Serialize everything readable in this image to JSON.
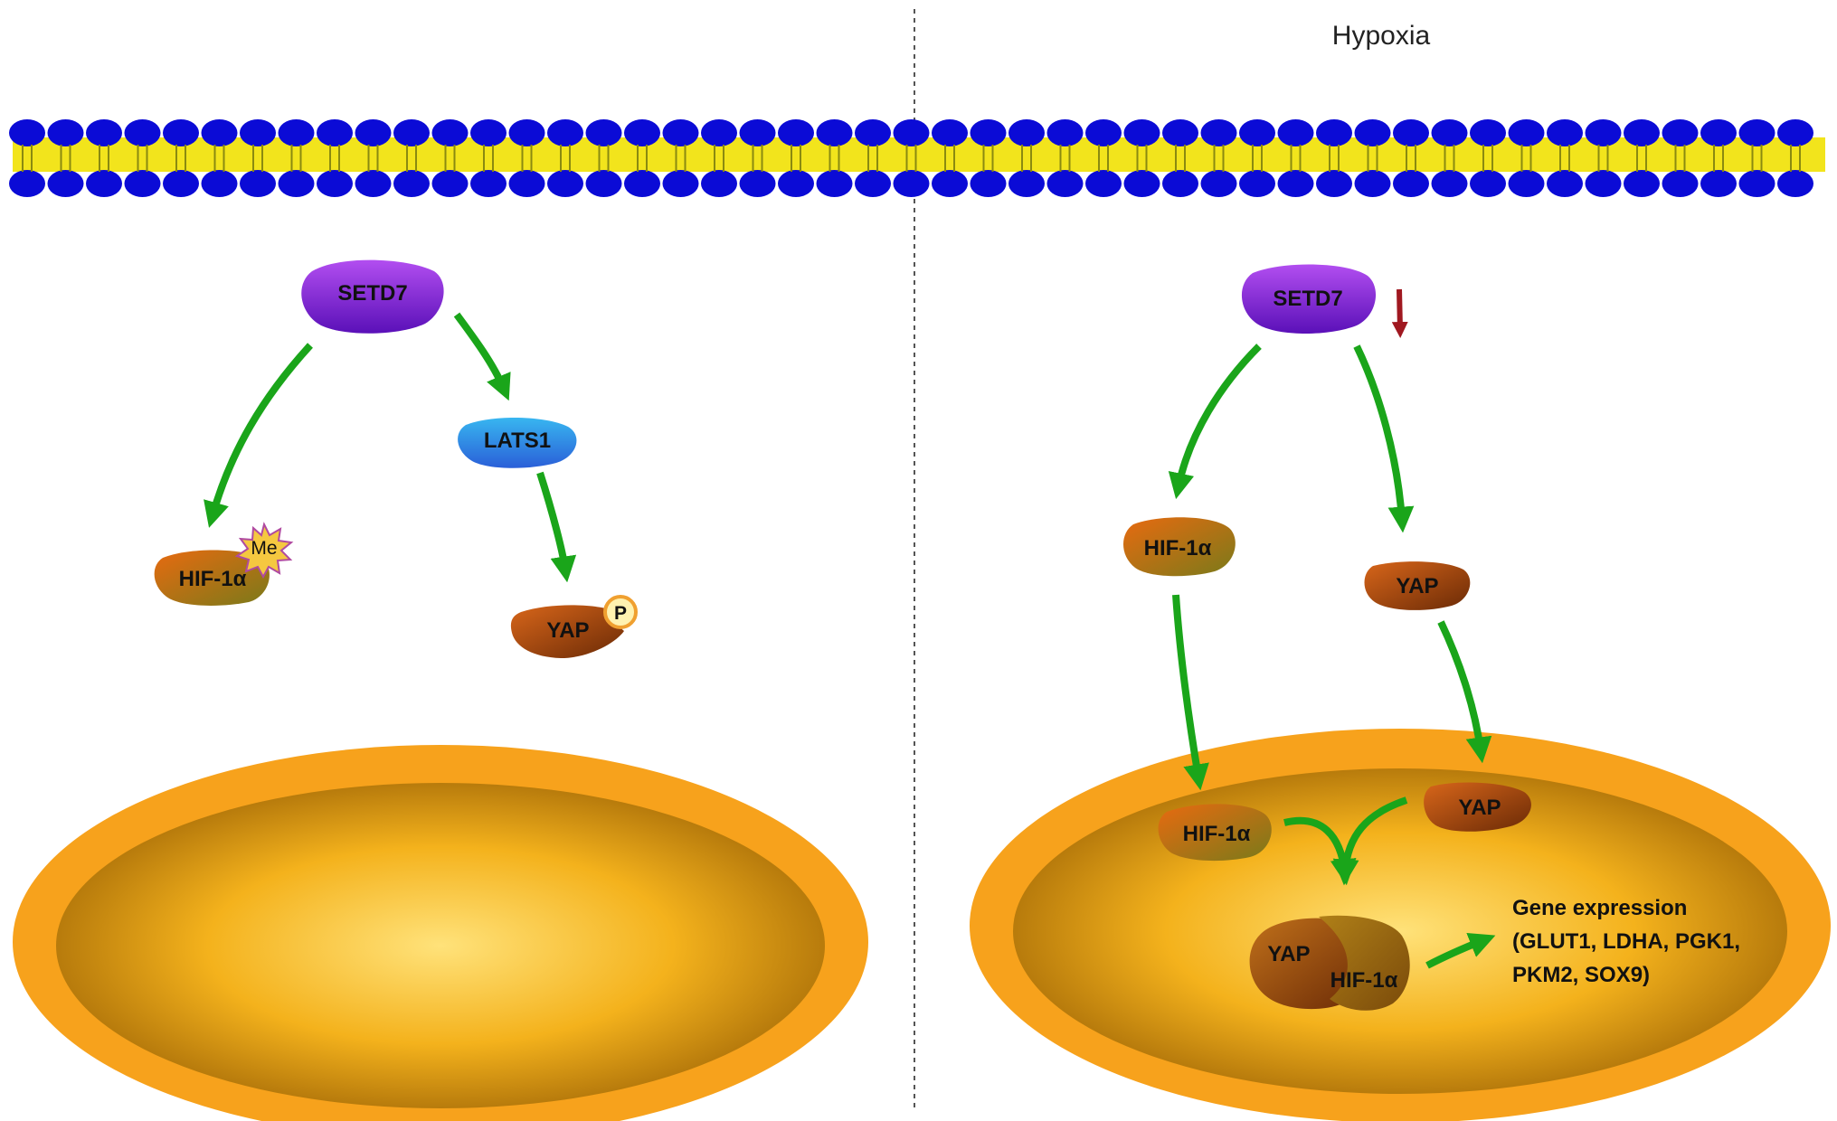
{
  "header": {
    "condition_label": "Hypoxia"
  },
  "left_panel": {
    "setd7": "SETD7",
    "lats1": "LATS1",
    "hif1a": "HIF-1α",
    "hif1a_mark": "Me",
    "yap": "YAP",
    "yap_mark": "P"
  },
  "right_panel": {
    "setd7": "SETD7",
    "hif1a": "HIF-1α",
    "yap": "YAP",
    "nuclear_hif1a": "HIF-1α",
    "nuclear_yap": "YAP",
    "complex_yap": "YAP",
    "complex_hif1a": "HIF-1α",
    "gene_expression_title": "Gene expression",
    "gene_expression_line1": "(GLUT1, LDHA, PGK1,",
    "gene_expression_line2": "PKM2, SOX9)"
  },
  "colors": {
    "arrow_green": "#1aa51a",
    "down_arrow_red": "#a01820",
    "membrane_head": "#0b0bd6",
    "membrane_tail": "#f2e41c",
    "nucleus_outer": "#f7a21c",
    "setd7": "#8a1fd0",
    "lats1": "#2a7fe0",
    "yap": "#8a3a08",
    "hif1a": "#c76a10"
  },
  "icons": {
    "me_mark": "starburst-icon",
    "p_mark": "phosphate-circle-icon",
    "down_arrow": "down-arrow-icon"
  }
}
